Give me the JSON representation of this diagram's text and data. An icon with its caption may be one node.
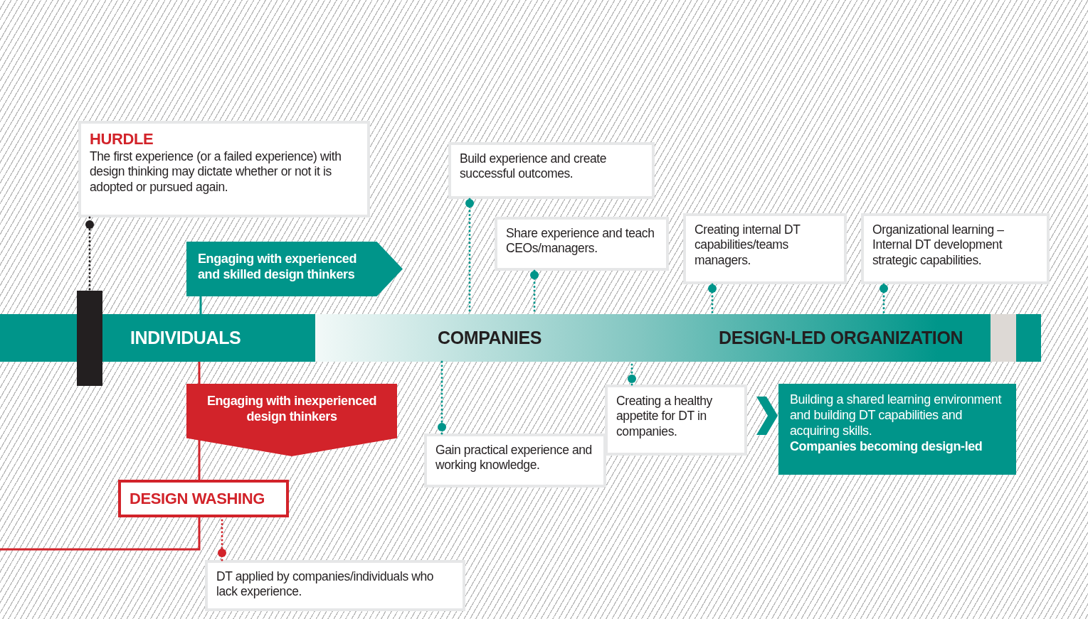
{
  "diagram": {
    "nodes": [
      {
        "text": [
          "HURDLE",
          "The first experience (or a failed experience) with design thinking may dictate whether or not it is adopted or pursued again."
        ]
      },
      {
        "text": [],
        "shape": "bar"
      },
      {
        "text": [
          "INDIVIDUALS"
        ]
      },
      {
        "text": [
          "COMPANIES"
        ]
      },
      {
        "text": [
          "DESIGN-LED ORGANIZATION"
        ]
      },
      {
        "text": [
          "Engaging with experienced and skilled design thinkers"
        ]
      },
      {
        "text": [
          "Engaging with inexperienced design thinkers"
        ]
      },
      {
        "text": [
          "DESIGN WASHING"
        ]
      },
      {
        "text": [
          "DT applied by companies/individuals who lack experience."
        ]
      },
      {
        "text": [
          "Build experience and create successful outcomes."
        ]
      },
      {
        "text": [
          "Share experience and teach CEOs/managers."
        ]
      },
      {
        "text": [
          "Creating internal DT capabilities/teams managers."
        ]
      },
      {
        "text": [
          "Organizational learning – Internal DT development strategic capabilities."
        ]
      },
      {
        "text": [
          "Gain practical experience and working knowledge."
        ]
      },
      {
        "text": [
          "Creating a healthy appetite for DT in companies."
        ]
      },
      {
        "text": [
          "Building a shared learning environment and building DT capabilities and acquiring skills.",
          "Companies becoming design-led"
        ]
      }
    ],
    "edges": [
      {
        "from": 0,
        "to": 1,
        "arrow": "other",
        "style": "dashed",
        "color": "#231f20"
      },
      {
        "from": 2,
        "to": 5,
        "arrow": "none"
      },
      {
        "from": 2,
        "to": 6,
        "arrow": "none",
        "color": "#d2232a"
      },
      {
        "from": 6,
        "to": 7,
        "arrow": "none",
        "color": "#d2232a"
      },
      {
        "from": 7,
        "to": null,
        "arrow": "none",
        "color": "#d2232a"
      },
      {
        "from": 8,
        "to": 7,
        "arrow": "other",
        "style": "dashed",
        "color": "#d2232a"
      },
      {
        "from": 9,
        "to": 3,
        "arrow": "other",
        "style": "dashed"
      },
      {
        "from": 10,
        "to": 3,
        "arrow": "other",
        "style": "dashed"
      },
      {
        "from": 11,
        "to": 4,
        "arrow": "other",
        "style": "dashed"
      },
      {
        "from": 12,
        "to": 4,
        "arrow": "other",
        "style": "dashed"
      },
      {
        "from": 13,
        "to": 3,
        "arrow": "other",
        "style": "dashed"
      },
      {
        "from": 14,
        "to": 3,
        "arrow": "other",
        "style": "dashed"
      },
      {
        "from": 14,
        "to": 15,
        "arrow": "to"
      }
    ]
  }
}
